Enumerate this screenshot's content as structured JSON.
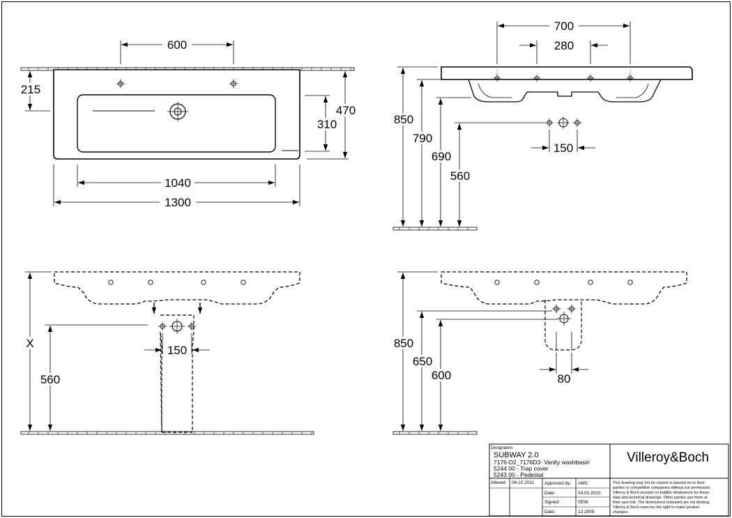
{
  "dimensions": {
    "top_view": {
      "tap_spacing": "600",
      "tap_depth": "215",
      "bowl_depth": "310",
      "overall_depth": "470",
      "bowl_width": "1040",
      "overall_width": "1300"
    },
    "side_view": {
      "tap_outer_spacing": "700",
      "tap_inner_spacing": "280",
      "rim_height": "850",
      "height_790": "790",
      "height_690": "690",
      "waste_height": "560",
      "waste_spacing": "150"
    },
    "front_pedestal_view": {
      "height_label": "X",
      "waste_height": "560",
      "waste_spacing": "150"
    },
    "side_pedestal_view": {
      "rim_height": "850",
      "height_650": "650",
      "height_600": "600",
      "pedestal_width": "80"
    }
  },
  "title_block": {
    "designation_label": "Designation",
    "product_name": "SUBWAY 2.0",
    "line1": "7176-D2_7176D3- Vanity washbasin",
    "line2": "5244 00 - Trap cover",
    "line3": "5243 00 - Pedestal",
    "altered_label": "Altered:",
    "altered_date": "04.10.2011",
    "approved_label": "Approved by:",
    "approved_value": "AMS",
    "date_label": "Date:",
    "date_value": "04.01.2010",
    "signed_label": "Signed:",
    "signed_value": "SEW",
    "date2_label": "Date:",
    "date2_value": "12.2009",
    "brand": "Villeroy&Boch",
    "disclaimer": [
      "This drawing may not be copied or passed on to third",
      "parties or competitive companies without our permission.",
      "Villeroy & Boch accepts no liability whatsoever for these",
      "data and technical drawings. Other parties use them at",
      "their own risk. The dimensions indicated are not binding.",
      "Villeroy & Boch reserves the right to make product",
      "changes."
    ]
  }
}
